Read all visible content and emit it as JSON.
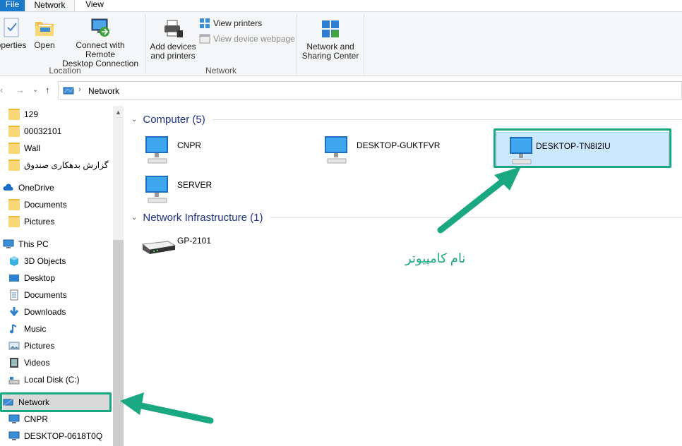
{
  "ribbon": {
    "tabs": [
      "File",
      "Network",
      "View"
    ],
    "location_group": {
      "label": "Location",
      "properties": "operties",
      "open": "Open",
      "connect_remote_line1": "Connect with Remote",
      "connect_remote_line2": "Desktop Connection"
    },
    "network_group": {
      "label": "Network",
      "add_devices_line1": "Add devices",
      "add_devices_line2": "and printers",
      "view_printers": "View printers",
      "view_device_webpage": "View device webpage"
    },
    "sharing_group": {
      "line1": "Network and",
      "line2": "Sharing Center"
    }
  },
  "address": {
    "path": "Network"
  },
  "sidebar": {
    "items": [
      {
        "label": "129",
        "icon": "folder-icon"
      },
      {
        "label": "00032101",
        "icon": "folder-icon"
      },
      {
        "label": "Wall",
        "icon": "folder-icon"
      },
      {
        "label": "گزارش بدهکاری صندوق",
        "icon": "folder-icon"
      },
      {
        "label": "OneDrive",
        "icon": "cloud-icon"
      },
      {
        "label": "Documents",
        "icon": "folder-icon"
      },
      {
        "label": "Pictures",
        "icon": "folder-icon"
      },
      {
        "label": "This PC",
        "icon": "computer-icon"
      },
      {
        "label": "3D Objects",
        "icon": "cube-icon"
      },
      {
        "label": "Desktop",
        "icon": "desktop-icon"
      },
      {
        "label": "Documents",
        "icon": "document-icon"
      },
      {
        "label": "Downloads",
        "icon": "download-icon"
      },
      {
        "label": "Music",
        "icon": "music-icon"
      },
      {
        "label": "Pictures",
        "icon": "picture-icon"
      },
      {
        "label": "Videos",
        "icon": "video-icon"
      },
      {
        "label": "Local Disk (C:)",
        "icon": "disk-icon"
      },
      {
        "label": "Network",
        "icon": "network-icon"
      },
      {
        "label": "CNPR",
        "icon": "computer-icon"
      },
      {
        "label": "DESKTOP-0618T0Q",
        "icon": "computer-icon"
      }
    ]
  },
  "content": {
    "computer_group": "Computer (5)",
    "computers": [
      "CNPR",
      "DESKTOP-GUKTFVR",
      "DESKTOP-TN8I2IU",
      "SERVER"
    ],
    "infra_group": "Network Infrastructure (1)",
    "infra": [
      "GP-2101"
    ]
  },
  "annotation": {
    "text": "نام کامپیوتر"
  },
  "colors": {
    "accent": "#19a882",
    "selection": "#cce8ff",
    "group_header": "#1e3287"
  }
}
